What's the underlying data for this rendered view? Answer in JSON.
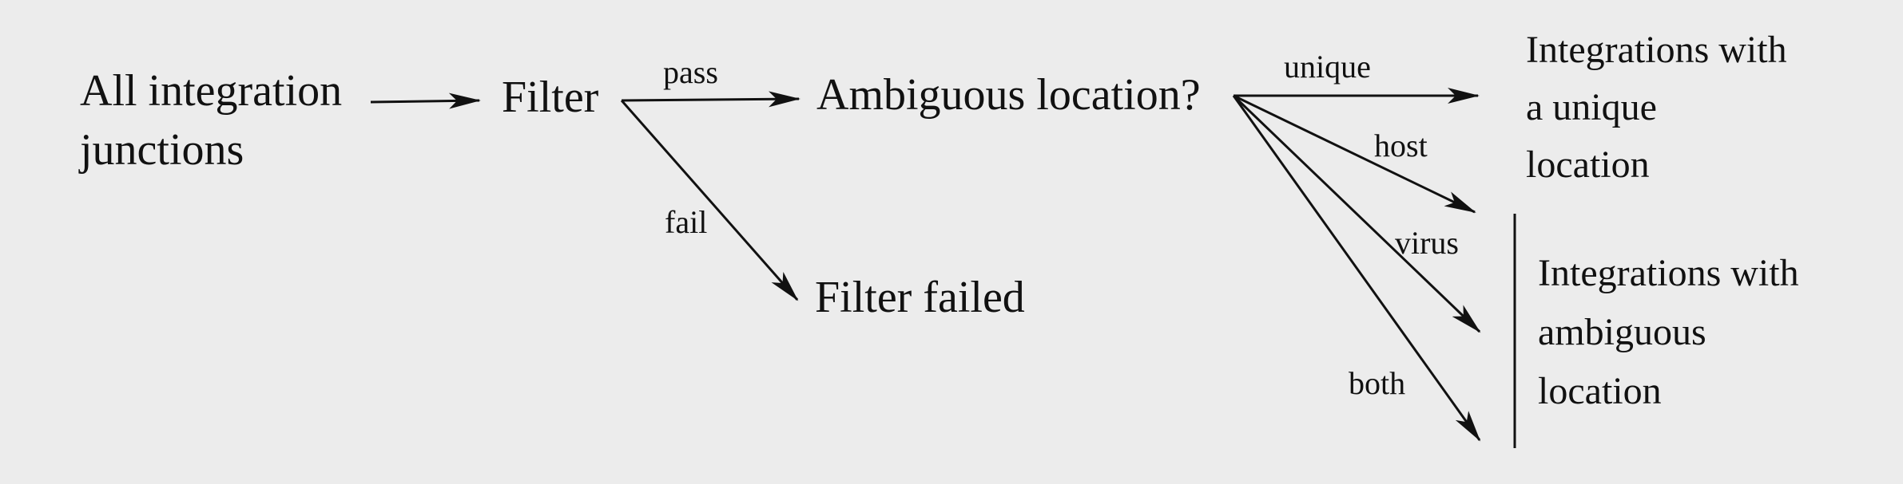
{
  "nodes": {
    "start": [
      "All integration",
      "junctions"
    ],
    "filter": "Filter",
    "ambiguous_question": "Ambiguous location?",
    "filter_failed": "Filter failed",
    "unique_result": [
      "Integrations with",
      "a unique",
      "location"
    ],
    "ambiguous_result": [
      "Integrations with",
      "ambiguous",
      "location"
    ]
  },
  "edges": {
    "pass": "pass",
    "fail": "fail",
    "unique": "unique",
    "host": "host",
    "virus": "virus",
    "both": "both"
  },
  "colors": {
    "background": "#ececec",
    "ink": "#111111"
  }
}
